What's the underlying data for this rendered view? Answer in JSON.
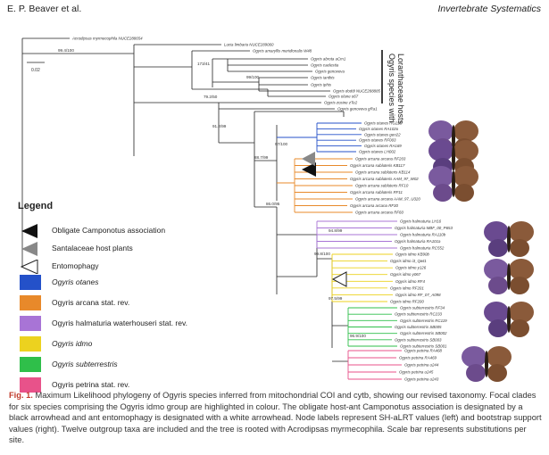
{
  "header": {
    "left": "E. P. Beaver et al.",
    "right": "Invertebrate Systematics"
  },
  "tree": {
    "scale_label": "0.02",
    "outgroup_taxa": [
      "Acrodipsas myrmecophila NUCE288654",
      "Lucia limbaria NUCE289060",
      "Ogyris amaryllis meridionalis W48",
      "Ogyris abrota aCm1",
      "Ogyris caelestia",
      "Ogyris genoveva",
      "Ogyris ianthis",
      "Ogyris iphis",
      "Ogyris doddi NUCE288885",
      "Ogyris olane o67",
      "Ogyris zosine zTe2",
      "Ogyris genoveva gRa1"
    ],
    "clade_labels": [
      "Ogyris species with",
      "Loranthaceae hosts"
    ],
    "clades": [
      {
        "name": "otanes",
        "color": "#2451c9",
        "taxa": [
          "Ogyris otanes RG226",
          "Ogyris otanes RA102o",
          "Ogyris otanes gen22",
          "Ogyris otanes RF003",
          "Ogyris otanes RA169",
          "Ogyris otanes LH002"
        ]
      },
      {
        "name": "arcana",
        "color": "#e8892a",
        "taxa": [
          "Ogyris arcana arcana RF203",
          "Ogyris arcana subluteris KB117",
          "Ogyris arcana subluteris KB114",
          "Ogyris arcana subluteris AAM_97_W02",
          "Ogyris arcana subluteris RF10",
          "Ogyris arcana subluteris RF11",
          "Ogyris arcana arcana AAM_97_U320",
          "Ogyris arcana arcana RF30",
          "Ogyris arcana arcana RF60"
        ]
      },
      {
        "name": "halmaturia",
        "color": "#a874d6",
        "taxa": [
          "Ogyris halmaturia LH16",
          "Ogyris halmaturia MBF_00_P653",
          "Ogyris halmaturia RA110b",
          "Ogyris halmaturia RA101a",
          "Ogyris halmaturia RC552"
        ]
      },
      {
        "name": "idmo",
        "color": "#ecd21f",
        "taxa": [
          "Ogyris idmo KB90b",
          "Ogyris idmo i3_Qwt1",
          "Ogyris idmo y126",
          "Ogyris idmo y067",
          "Ogyris idmo RF4",
          "Ogyris idmo RF201",
          "Ogyris idmo RF_07_A098",
          "Ogyris idmo RF200"
        ]
      },
      {
        "name": "subterrestris",
        "color": "#2fbf4a",
        "taxa": [
          "Ogyris subterrestris RF34",
          "Ogyris subterrestris RC233",
          "Ogyris subterrestris RC119",
          "Ogyris subterrestris SB005",
          "Ogyris subterrestris SB002",
          "Ogyris subterrestris SB003",
          "Ogyris subterrestris SB001"
        ]
      },
      {
        "name": "petrina",
        "color": "#e8528a",
        "taxa": [
          "Ogyris petrina RA468",
          "Ogyris petrina RA469",
          "Ogyris petrina u244",
          "Ogyris petrina u245",
          "Ogyris petrina u243"
        ]
      }
    ],
    "node_labels": [
      "99.4/100",
      "173/41",
      "99/100",
      "79.2/50",
      "91.2/99",
      "88.7/99",
      "97/100",
      "86.0/95",
      "94.8/99",
      "99.8/100",
      "97.5/99",
      "96.9/100"
    ]
  },
  "legend": {
    "title": "Legend",
    "items": [
      {
        "label": "Obligate Camponotus association",
        "symbol": "black-arrowhead"
      },
      {
        "label": "Santalaceae host plants",
        "symbol": "grey-arrowhead"
      },
      {
        "label": "Entomophagy",
        "symbol": "white-arrowhead"
      },
      {
        "label": "Ogyris otanes",
        "color": "#2451c9"
      },
      {
        "label": "Ogyris arcana stat. rev.",
        "color": "#e8892a"
      },
      {
        "label": "Ogyris halmaturia waterhouseri stat. rev.",
        "color": "#a874d6"
      },
      {
        "label": "Ogyris idmo",
        "color": "#ecd21f"
      },
      {
        "label": "Ogyris subterrestris",
        "color": "#2fbf4a"
      },
      {
        "label": "Ogyris petrina stat. rev.",
        "color": "#e8528a"
      }
    ]
  },
  "caption": {
    "label": "Fig. 1.",
    "text": "Maximum Likelihood phylogeny of Ogyris species inferred from mitochondrial COI and cytb, showing our revised taxonomy. Focal clades for six species comprising the Ogyris idmo group are highlighted in colour. The obligate host-ant Camponotus association is designated by a black arrowhead and ant entomophagy is designated with a white arrowhead. Node labels represent SH-aLRT values (left) and bootstrap support values (right). Twelve outgroup taxa are included and the tree is rooted with Acrodipsas myrmecophila. Scale bar represents substitutions per site."
  }
}
